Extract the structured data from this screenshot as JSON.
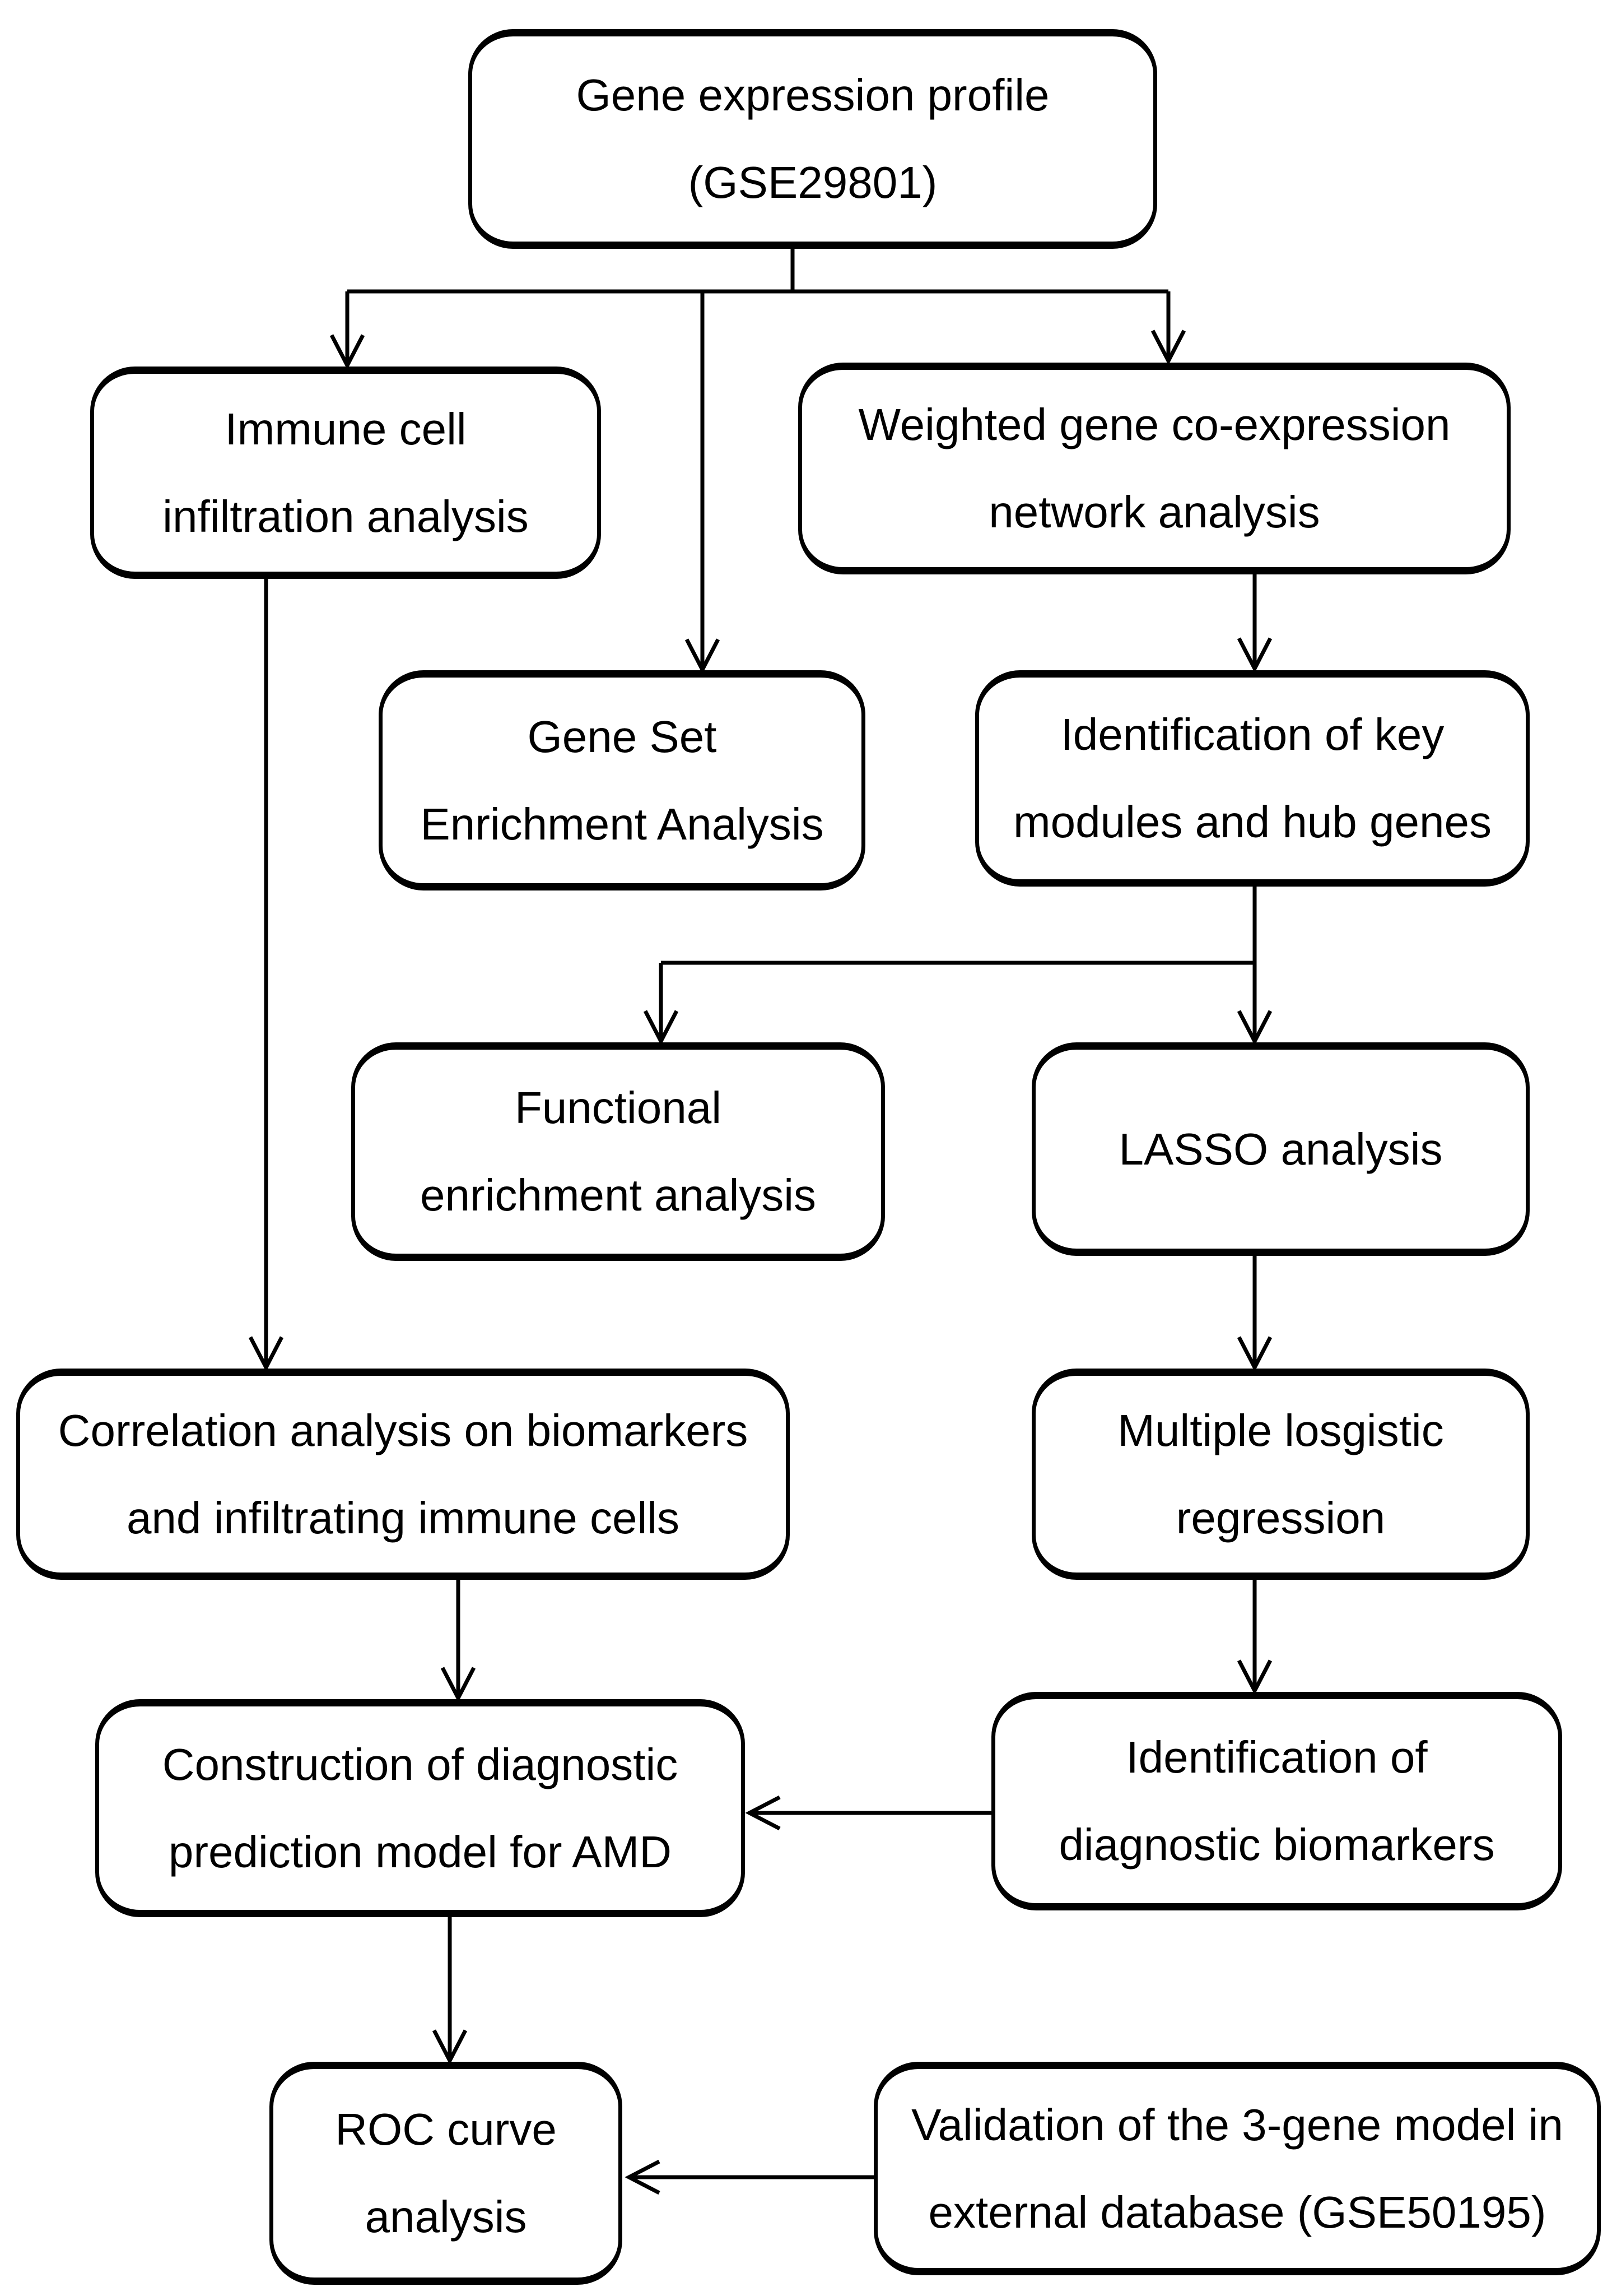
{
  "diagram": {
    "type": "flowchart",
    "background_color": "#ffffff",
    "line_color": "#000000",
    "text_color": "#000000",
    "nodes": {
      "gene_expression": {
        "label": "Gene expression profile\n(GSE29801)"
      },
      "immune": {
        "label": "Immune cell\ninfiltration analysis"
      },
      "wgcna": {
        "label": "Weighted gene co-expression\nnetwork analysis"
      },
      "gsea": {
        "label": "Gene Set\nEnrichment Analysis"
      },
      "key_modules": {
        "label": "Identification of key\nmodules and hub genes"
      },
      "functional": {
        "label": "Functional\nenrichment analysis"
      },
      "lasso": {
        "label": "LASSO analysis"
      },
      "correlation": {
        "label": "Correlation analysis on biomarkers\nand infiltrating immune cells"
      },
      "multiple_logistic": {
        "label": "Multiple losgistic\nregression"
      },
      "construction": {
        "label": "Construction of diagnostic\nprediction model for AMD"
      },
      "ident_biomarkers": {
        "label": "Identification of\ndiagnostic biomarkers"
      },
      "roc": {
        "label": "ROC curve\nanalysis"
      },
      "validation": {
        "label": "Validation of the 3-gene model in\nexternal database (GSE50195)"
      }
    },
    "edges": [
      {
        "from": "gene_expression",
        "to": "immune"
      },
      {
        "from": "gene_expression",
        "to": "gsea"
      },
      {
        "from": "gene_expression",
        "to": "wgcna"
      },
      {
        "from": "wgcna",
        "to": "key_modules"
      },
      {
        "from": "key_modules",
        "to": "functional"
      },
      {
        "from": "key_modules",
        "to": "lasso"
      },
      {
        "from": "lasso",
        "to": "multiple_logistic"
      },
      {
        "from": "multiple_logistic",
        "to": "ident_biomarkers"
      },
      {
        "from": "immune",
        "to": "correlation"
      },
      {
        "from": "correlation",
        "to": "construction"
      },
      {
        "from": "ident_biomarkers",
        "to": "construction"
      },
      {
        "from": "construction",
        "to": "roc"
      },
      {
        "from": "validation",
        "to": "roc"
      }
    ]
  }
}
